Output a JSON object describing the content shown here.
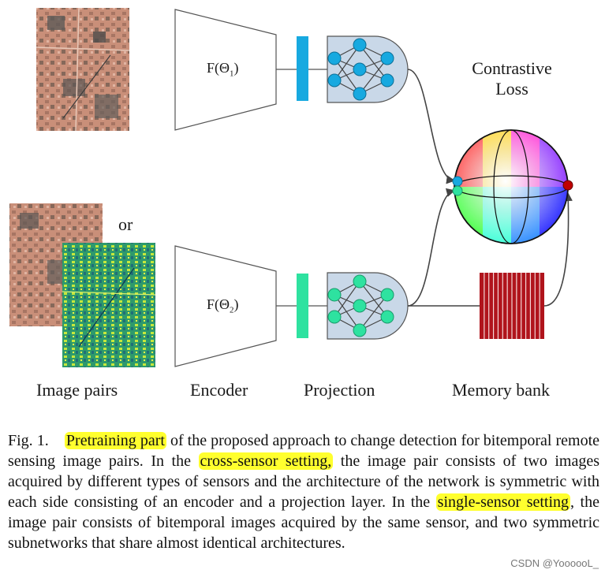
{
  "encoder_top_text": "F(Θ",
  "encoder_top_sub": "1",
  "encoder_bottom_text": "F(Θ",
  "encoder_bottom_sub": "2",
  "close_paren": ")",
  "or_label": "or",
  "contrastive_line1": "Contrastive",
  "contrastive_line2": "Loss",
  "bottom_labels": {
    "image_pairs": "Image pairs",
    "encoder": "Encoder",
    "projection": "Projection",
    "memory_bank": "Memory bank"
  },
  "caption": {
    "fig": "Fig. 1.",
    "hl1": "Pretraining part",
    "t1": " of the proposed approach to change detection for bitemporal remote sensing image pairs. In the ",
    "hl2": "cross-sensor setting,",
    "t2": " the image pair consists of two images acquired by different types of sensors and the architecture of the network is symmetric with each side consisting of an encoder and a projection layer. In the ",
    "hl3": "single-sensor setting",
    "t3": ", the image pair consists of bitemporal images acquired by the same sensor, and two symmetric subnetworks that share almost identical architectures."
  },
  "watermark": "CSDN @YoooooL_",
  "colors": {
    "top_feature": "#17a9e0",
    "bottom_feature": "#2ee2a0",
    "projection_box": "#c9d8e8",
    "memory_bank": "#b0141c",
    "highlight": "#ffff2e"
  }
}
